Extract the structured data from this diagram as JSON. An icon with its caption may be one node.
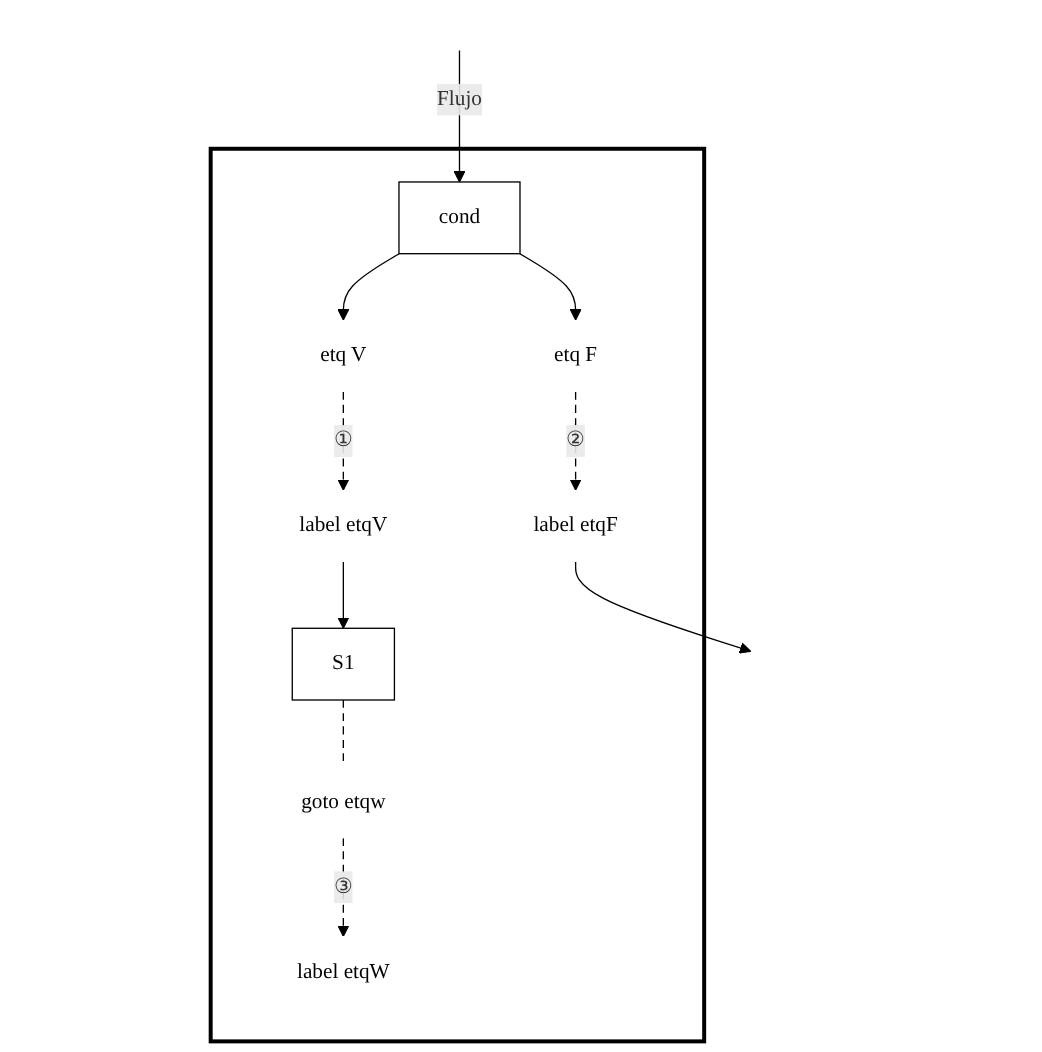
{
  "diagram": {
    "nodes": [
      {
        "text": [],
        "shape": "box"
      },
      {
        "text": [
          "label etqW"
        ],
        "in": 0
      },
      {
        "text": [
          "cond"
        ],
        "in": 0
      },
      {
        "text": [
          "etq F"
        ],
        "in": 0
      },
      {
        "text": [
          "etq V"
        ],
        "in": 0
      },
      {
        "text": [
          "label etqV"
        ],
        "in": 0
      },
      {
        "text": [
          "S1"
        ],
        "in": 0
      },
      {
        "text": [
          "label etqF"
        ],
        "in": 0
      },
      {
        "text": [
          "goto etqw"
        ],
        "in": 0
      }
    ],
    "edges": [
      {
        "from": null,
        "to": 2,
        "arrow": "to",
        "label": "Flujo"
      },
      {
        "from": 2,
        "to": 3,
        "arrow": "to"
      },
      {
        "from": 2,
        "to": 4,
        "arrow": "to"
      },
      {
        "from": 4,
        "to": 5,
        "arrow": "to",
        "label": "①",
        "style": "dashed"
      },
      {
        "from": 5,
        "to": 6,
        "arrow": "to"
      },
      {
        "from": 3,
        "to": 7,
        "arrow": "to",
        "label": "②",
        "style": "dashed"
      },
      {
        "from": 6,
        "to": 8,
        "arrow": "none",
        "style": "dashed"
      },
      {
        "from": 8,
        "to": 1,
        "arrow": "to",
        "label": "③",
        "style": "dashed"
      },
      {
        "from": 7,
        "to": null,
        "arrow": "to"
      }
    ]
  }
}
